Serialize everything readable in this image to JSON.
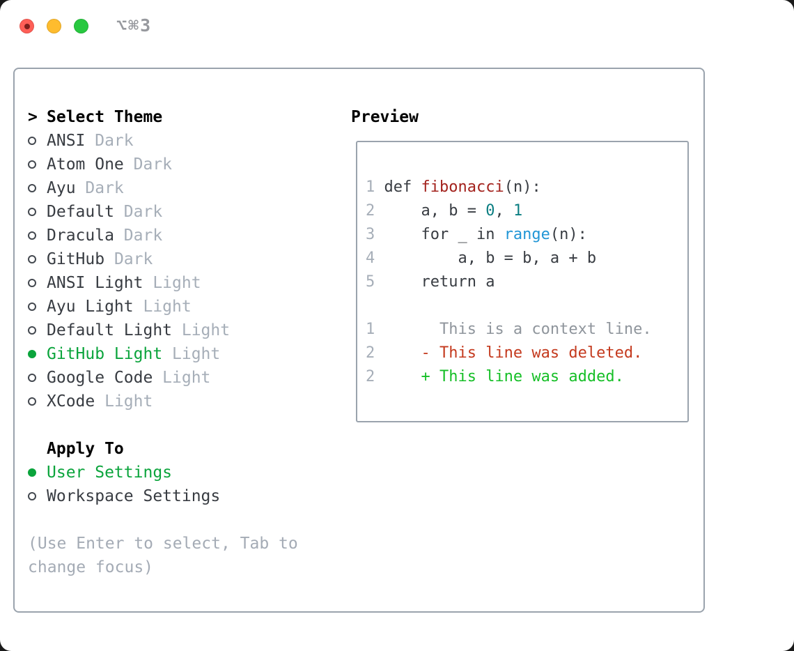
{
  "window": {
    "shortcut": "⌥⌘3",
    "traffic_lights": [
      "close",
      "minimize",
      "zoom"
    ]
  },
  "theme_picker": {
    "prompt": ">",
    "title": "Select Theme",
    "items": [
      {
        "name": "ANSI",
        "variant": "Dark",
        "selected": false
      },
      {
        "name": "Atom One",
        "variant": "Dark",
        "selected": false
      },
      {
        "name": "Ayu",
        "variant": "Dark",
        "selected": false
      },
      {
        "name": "Default",
        "variant": "Dark",
        "selected": false
      },
      {
        "name": "Dracula",
        "variant": "Dark",
        "selected": false
      },
      {
        "name": "GitHub",
        "variant": "Dark",
        "selected": false
      },
      {
        "name": "ANSI Light",
        "variant": "Light",
        "selected": false
      },
      {
        "name": "Ayu Light",
        "variant": "Light",
        "selected": false
      },
      {
        "name": "Default Light",
        "variant": "Light",
        "selected": false
      },
      {
        "name": "GitHub Light",
        "variant": "Light",
        "selected": true
      },
      {
        "name": "Google Code",
        "variant": "Light",
        "selected": false
      },
      {
        "name": "XCode",
        "variant": "Light",
        "selected": false
      }
    ]
  },
  "apply_to": {
    "title": "Apply To",
    "options": [
      {
        "label": "User Settings",
        "selected": true
      },
      {
        "label": "Workspace Settings",
        "selected": false
      }
    ]
  },
  "hint": {
    "line1": "(Use Enter to select, Tab to",
    "line2": "change focus)"
  },
  "preview": {
    "title": "Preview",
    "code": [
      {
        "num": "1",
        "tokens": [
          {
            "t": "def ",
            "c": "plain"
          },
          {
            "t": "fibonacci",
            "c": "function"
          },
          {
            "t": "(n):",
            "c": "plain"
          }
        ]
      },
      {
        "num": "2",
        "tokens": [
          {
            "t": "    a, b = ",
            "c": "plain"
          },
          {
            "t": "0",
            "c": "number"
          },
          {
            "t": ", ",
            "c": "plain"
          },
          {
            "t": "1",
            "c": "number"
          }
        ]
      },
      {
        "num": "3",
        "tokens": [
          {
            "t": "    for _ in ",
            "c": "plain"
          },
          {
            "t": "range",
            "c": "builtin"
          },
          {
            "t": "(n):",
            "c": "plain"
          }
        ]
      },
      {
        "num": "4",
        "tokens": [
          {
            "t": "        a, b = b, a + b",
            "c": "plain"
          }
        ]
      },
      {
        "num": "5",
        "tokens": [
          {
            "t": "    return a",
            "c": "plain"
          }
        ]
      }
    ],
    "diff": [
      {
        "num": "1",
        "kind": "context",
        "text": "      This is a context line."
      },
      {
        "num": "2",
        "kind": "deleted",
        "text": "    - This line was deleted."
      },
      {
        "num": "2",
        "kind": "added",
        "text": "    + This line was added."
      }
    ]
  },
  "colors": {
    "accent_green": "#0ba43c",
    "added_green": "#16bf27",
    "deleted_red": "#c43a1e",
    "function_red": "#a3221d",
    "number_teal": "#0b7e82",
    "builtin_blue": "#2196d6",
    "text_dark": "#383c42",
    "muted_gray": "#a6aeb8",
    "context_gray": "#8f959c",
    "hint_gray": "#a4abb5",
    "border_gray": "#9aa3ad",
    "traffic_red": "#ff5f57",
    "traffic_yellow": "#febc2e",
    "traffic_green": "#28c840"
  }
}
